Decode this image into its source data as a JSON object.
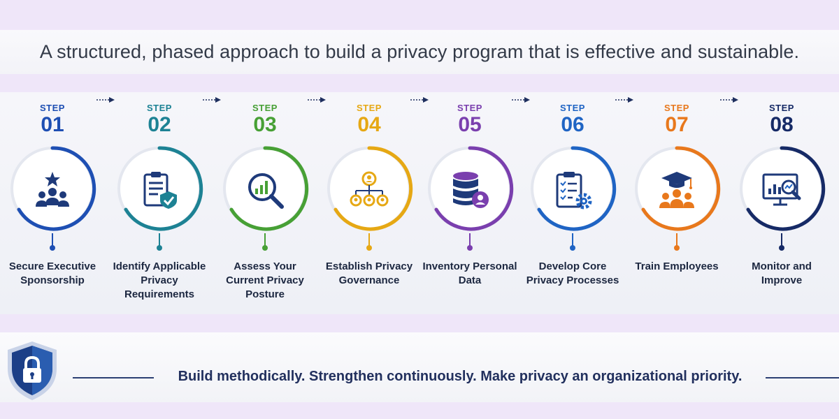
{
  "header": {
    "title": "A structured, phased approach to build a privacy program that is effective and sustainable."
  },
  "steps": [
    {
      "label": "STEP",
      "number": "01",
      "title": "Secure Executive Sponsorship",
      "color": "#1e4fb3",
      "icon": "executive-team-icon"
    },
    {
      "label": "STEP",
      "number": "02",
      "title": "Identify Applicable Privacy Requirements",
      "color": "#1d8294",
      "icon": "checklist-shield-icon"
    },
    {
      "label": "STEP",
      "number": "03",
      "title": "Assess Your Current Privacy Posture",
      "color": "#47a035",
      "icon": "magnifier-chart-icon"
    },
    {
      "label": "STEP",
      "number": "04",
      "title": "Establish Privacy Governance",
      "color": "#e6a814",
      "icon": "org-chart-icon"
    },
    {
      "label": "STEP",
      "number": "05",
      "title": "Inventory Personal Data",
      "color": "#7a3fae",
      "icon": "database-user-icon"
    },
    {
      "label": "STEP",
      "number": "06",
      "title": "Develop Core Privacy Processes",
      "color": "#1f64c4",
      "icon": "checklist-gear-icon"
    },
    {
      "label": "STEP",
      "number": "07",
      "title": "Train Employees",
      "color": "#e8781c",
      "icon": "graduation-team-icon"
    },
    {
      "label": "STEP",
      "number": "08",
      "title": "Monitor and Improve",
      "color": "#162a66",
      "icon": "monitor-analytics-icon"
    }
  ],
  "footer": {
    "text": "Build methodically. Strengthen continuously. Make privacy an organizational priority.",
    "icon": "padlock-shield-icon"
  }
}
